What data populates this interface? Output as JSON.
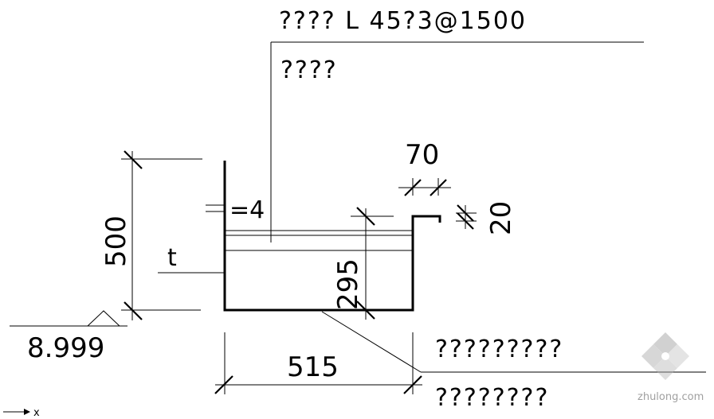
{
  "labels": {
    "top_note": "???? L 45?3@1500",
    "sub_note": "????",
    "right_note_1": "?????????",
    "right_note_2": "????????",
    "thickness_symbol": "t",
    "thickness_value": "=4"
  },
  "dimensions": {
    "height_total": "500",
    "inner_depth": "295",
    "width": "515",
    "lip_width": "70",
    "lip_height": "20",
    "elevation": "8.999"
  },
  "axis": {
    "x_label": "x"
  },
  "watermark": {
    "text": "zhulong.com"
  }
}
